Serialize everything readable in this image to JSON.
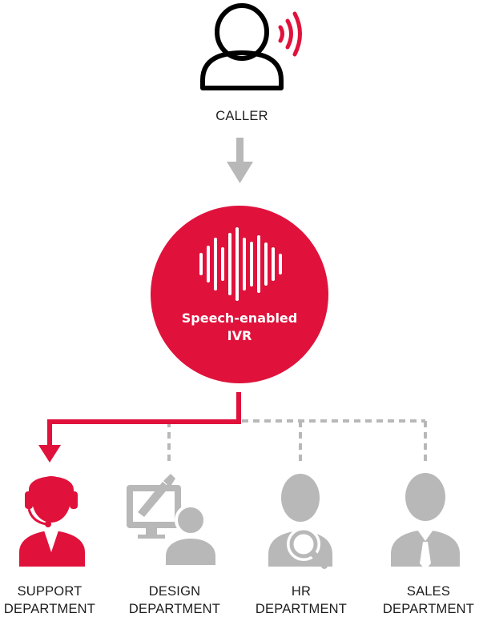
{
  "caller": {
    "label": "CALLER",
    "icon": "caller-person-icon"
  },
  "ivr": {
    "line1": "Speech-enabled",
    "line2": "IVR",
    "icon": "sound-wave-icon"
  },
  "departments": [
    {
      "line1": "SUPPORT",
      "line2": "DEPARTMENT",
      "icon": "support-agent-headset-icon",
      "active": true
    },
    {
      "line1": "DESIGN",
      "line2": "DEPARTMENT",
      "icon": "designer-monitor-icon",
      "active": false
    },
    {
      "line1": "HR",
      "line2": "DEPARTMENT",
      "icon": "hr-person-magnifier-icon",
      "active": false
    },
    {
      "line1": "SALES",
      "line2": "DEPARTMENT",
      "icon": "sales-person-tie-icon",
      "active": false
    }
  ],
  "colors": {
    "accent": "#e0123c",
    "gray": "#b8b8b8",
    "text": "#1c1c1c",
    "white": "#ffffff"
  }
}
